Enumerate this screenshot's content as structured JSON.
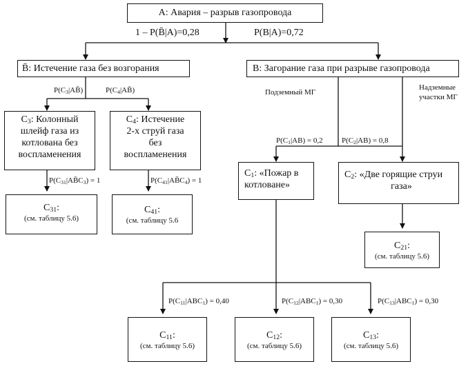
{
  "root": {
    "label": "A: Авария  – разрыв газопровода"
  },
  "split": {
    "left_prob": "1 – P(B̄|A)=0,28",
    "right_prob": "P(B|A)=0,72"
  },
  "b_bar": {
    "name": "B̄",
    "text": ": Истечение газа без возгорания"
  },
  "b": {
    "text": "B: Загорание газа при разрыве газопровода"
  },
  "pipes": {
    "underground": "Подземный МГ",
    "above_l1": "Надземные",
    "above_l2": "участки МГ"
  },
  "branch_probs": {
    "p_c3": [
      "P(C",
      "3",
      "|AB̄)"
    ],
    "p_c4": [
      "P(C",
      "4",
      "|AB̄)"
    ],
    "p_c1": [
      "P(C",
      "1",
      "|AB) = 0,2"
    ],
    "p_c2": [
      "P(C",
      "2",
      "|AB) = 0,8"
    ]
  },
  "c3": {
    "sym": "C",
    "sub": "3",
    "l1": ": Колонный",
    "l2": "шлейф газа из",
    "l3": "котлована без",
    "l4": "воспламенения"
  },
  "c4": {
    "sym": "C",
    "sub": "4",
    "l1": ": Истечение",
    "l2": "2-х струй газа",
    "l3": "без",
    "l4": "воспламенения"
  },
  "c1": {
    "sym": "C",
    "sub": "1",
    "l1": ": «Пожар в",
    "l2": "котловане»"
  },
  "c2": {
    "sym": "C",
    "sub": "2",
    "l1": ":  «Две горящие струи",
    "l2": "газа»"
  },
  "p_c31": [
    "P(C",
    "31",
    "|AB̄C",
    "3",
    ") = 1"
  ],
  "p_c41": [
    "P(C",
    "41",
    "|AB̄C",
    "4",
    ") = 1"
  ],
  "p_c11": [
    "P(C",
    "11",
    "|ABC",
    "1",
    ") = 0,40"
  ],
  "p_c12": [
    "P(C",
    "12",
    "|ABC",
    "1",
    ") = 0,30"
  ],
  "p_c13": [
    "P(C",
    "13",
    "|ABC",
    "1",
    ") = 0,30"
  ],
  "leaves": {
    "c31": {
      "sym": "C",
      "sub": "31",
      "colon": ":",
      "note": "(см. таблицу 5.6)"
    },
    "c41": {
      "sym": "C",
      "sub": "41",
      "colon": ":",
      "note": "(см. таблицу 5.6"
    },
    "c21": {
      "sym": "C",
      "sub": "21",
      "colon": ":",
      "note": "(см. таблицу 5.6)"
    },
    "c11": {
      "sym": "C",
      "sub": "11",
      "colon": ":",
      "note": "(см. таблицу 5.6)"
    },
    "c12": {
      "sym": "C",
      "sub": "12",
      "colon": ":",
      "note": "(см. таблицу 5.6)"
    },
    "c13": {
      "sym": "C",
      "sub": "13",
      "colon": ":",
      "note": "(см. таблицу 5.6)"
    }
  }
}
